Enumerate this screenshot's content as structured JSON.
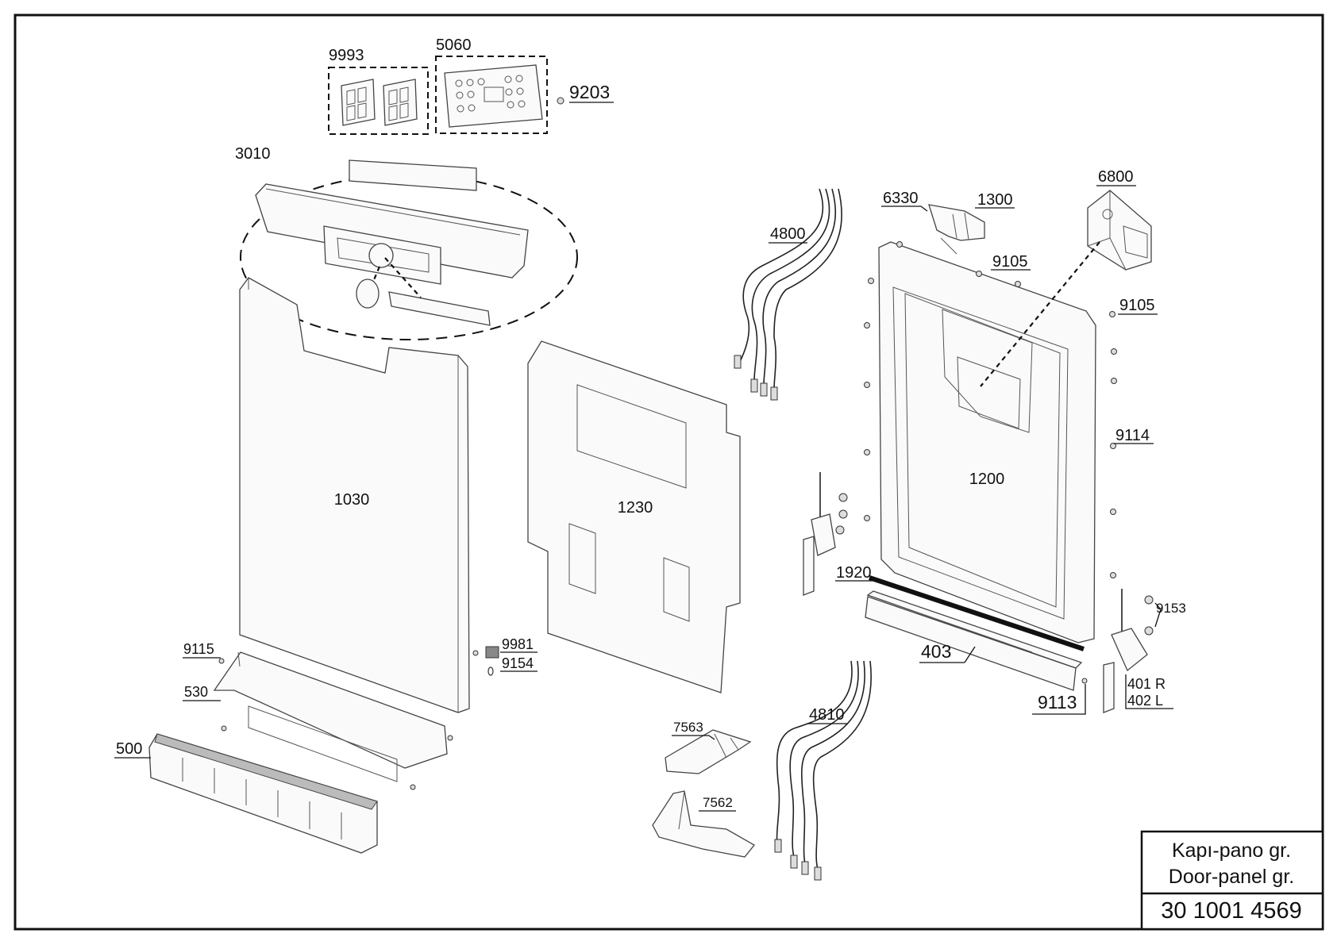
{
  "title_block": {
    "line_tr": "Kapı-pano gr.",
    "line_en": "Door-panel gr.",
    "code": "30 1001 4569"
  },
  "callouts": {
    "c9993": "9993",
    "c5060": "5060",
    "c9203": "9203",
    "c3010": "3010",
    "c1030": "1030",
    "c1230": "1230",
    "c1200": "1200",
    "c4800": "4800",
    "c6330": "6330",
    "c1300": "1300",
    "c6800": "6800",
    "c9105a": "9105",
    "c9105b": "9105",
    "c9114": "9114",
    "c1920": "1920",
    "c403": "403",
    "c9153": "9153",
    "c401": "401 R",
    "c402": "402 L",
    "c9113": "9113",
    "c4810": "4810",
    "c7563": "7563",
    "c7562": "7562",
    "c9115": "9115",
    "c530": "530",
    "c500": "500",
    "c9981": "9981",
    "c9154": "9154"
  }
}
